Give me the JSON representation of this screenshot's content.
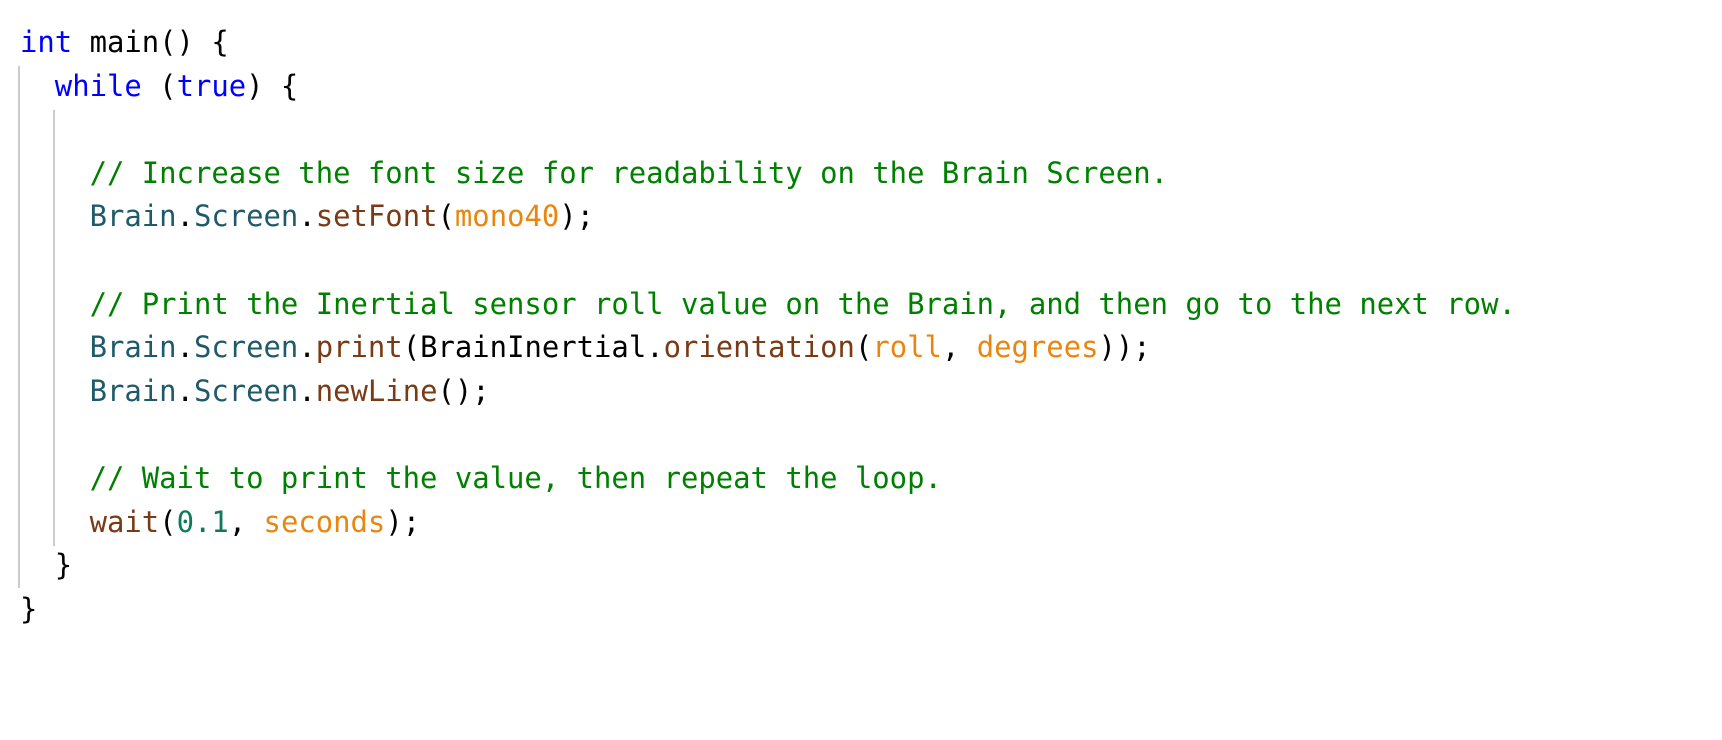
{
  "editor": {
    "language": "cpp",
    "colors": {
      "keyword": "#0000ff",
      "comment": "#008000",
      "object": "#1f5a6b",
      "function": "#7a3a15",
      "argument": "#e8860f",
      "number": "#0f7a5a",
      "guide": "#cccccc"
    },
    "lines": [
      {
        "tokens": [
          {
            "t": "kw",
            "v": "int"
          },
          {
            "t": "p",
            "v": " main() {"
          }
        ]
      },
      {
        "tokens": [
          {
            "t": "p",
            "v": "  "
          },
          {
            "t": "kw",
            "v": "while"
          },
          {
            "t": "p",
            "v": " ("
          },
          {
            "t": "kw",
            "v": "true"
          },
          {
            "t": "p",
            "v": ") {"
          }
        ]
      },
      {
        "tokens": []
      },
      {
        "tokens": [
          {
            "t": "p",
            "v": "    "
          },
          {
            "t": "cm",
            "v": "// Increase the font size for readability on the Brain Screen."
          }
        ]
      },
      {
        "tokens": [
          {
            "t": "p",
            "v": "    "
          },
          {
            "t": "obj",
            "v": "Brain"
          },
          {
            "t": "p",
            "v": "."
          },
          {
            "t": "obj",
            "v": "Screen"
          },
          {
            "t": "p",
            "v": "."
          },
          {
            "t": "fn",
            "v": "setFont"
          },
          {
            "t": "p",
            "v": "("
          },
          {
            "t": "arg",
            "v": "mono40"
          },
          {
            "t": "p",
            "v": ");"
          }
        ]
      },
      {
        "tokens": []
      },
      {
        "tokens": [
          {
            "t": "p",
            "v": "    "
          },
          {
            "t": "cm",
            "v": "// Print the Inertial sensor roll value on the Brain, and then go to the next row."
          }
        ]
      },
      {
        "tokens": [
          {
            "t": "p",
            "v": "    "
          },
          {
            "t": "obj",
            "v": "Brain"
          },
          {
            "t": "p",
            "v": "."
          },
          {
            "t": "obj",
            "v": "Screen"
          },
          {
            "t": "p",
            "v": "."
          },
          {
            "t": "fn",
            "v": "print"
          },
          {
            "t": "p",
            "v": "(BrainInertial."
          },
          {
            "t": "fn",
            "v": "orientation"
          },
          {
            "t": "p",
            "v": "("
          },
          {
            "t": "arg",
            "v": "roll"
          },
          {
            "t": "p",
            "v": ", "
          },
          {
            "t": "arg",
            "v": "degrees"
          },
          {
            "t": "p",
            "v": "));"
          }
        ]
      },
      {
        "tokens": [
          {
            "t": "p",
            "v": "    "
          },
          {
            "t": "obj",
            "v": "Brain"
          },
          {
            "t": "p",
            "v": "."
          },
          {
            "t": "obj",
            "v": "Screen"
          },
          {
            "t": "p",
            "v": "."
          },
          {
            "t": "fn",
            "v": "newLine"
          },
          {
            "t": "p",
            "v": "();"
          }
        ]
      },
      {
        "tokens": []
      },
      {
        "tokens": [
          {
            "t": "p",
            "v": "    "
          },
          {
            "t": "cm",
            "v": "// Wait to print the value, then repeat the loop."
          }
        ]
      },
      {
        "tokens": [
          {
            "t": "p",
            "v": "    "
          },
          {
            "t": "fn",
            "v": "wait"
          },
          {
            "t": "p",
            "v": "("
          },
          {
            "t": "num",
            "v": "0.1"
          },
          {
            "t": "p",
            "v": ", "
          },
          {
            "t": "arg",
            "v": "seconds"
          },
          {
            "t": "p",
            "v": ");"
          }
        ]
      },
      {
        "tokens": [
          {
            "t": "p",
            "v": "  }"
          }
        ]
      },
      {
        "tokens": [
          {
            "t": "p",
            "v": "}"
          }
        ]
      }
    ]
  }
}
